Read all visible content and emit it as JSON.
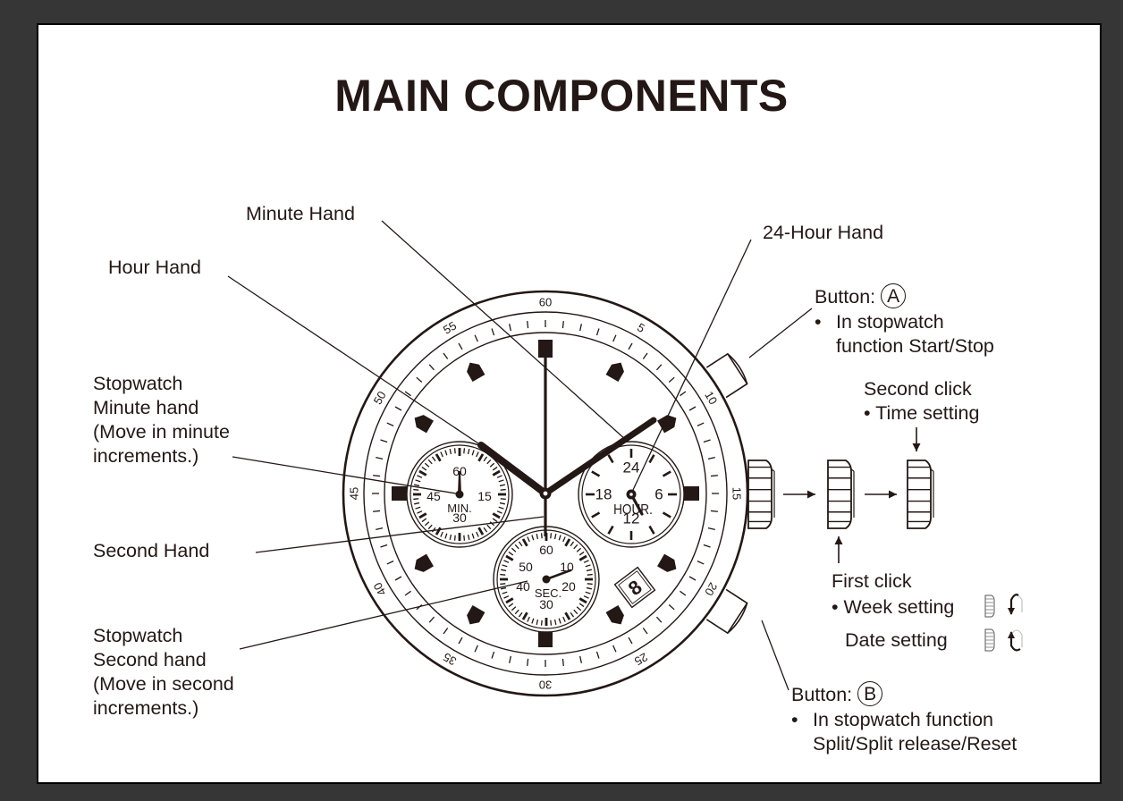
{
  "title": "MAIN COMPONENTS",
  "colors": {
    "background": "#363636",
    "page": "#ffffff",
    "ink": "#231815"
  },
  "labels": {
    "minute_hand": "Minute Hand",
    "hour_hand": "Hour Hand",
    "hour24_hand": "24-Hour Hand",
    "stopwatch_minute": [
      "Stopwatch",
      "Minute hand",
      "(Move in minute",
      "increments.)"
    ],
    "second_hand": "Second Hand",
    "stopwatch_second": [
      "Stopwatch",
      "Second hand",
      "(Move in second",
      "increments.)"
    ],
    "button_a": {
      "prefix": "Button:",
      "letter": "A",
      "bullet": "•",
      "lines": [
        "In stopwatch",
        "function Start/Stop"
      ]
    },
    "button_b": {
      "prefix": "Button:",
      "letter": "B",
      "bullet": "•",
      "lines": [
        "In stopwatch function",
        "Split/Split release/Reset"
      ]
    },
    "second_click": {
      "heading": "Second click",
      "item": "• Time setting"
    },
    "first_click": {
      "heading": "First click",
      "week": "• Week setting",
      "date": "Date setting"
    }
  },
  "dial": {
    "bezel_numbers": [
      "60",
      "5",
      "10",
      "15",
      "20",
      "25",
      "30",
      "35",
      "40",
      "45",
      "50",
      "55"
    ],
    "min_subdial": {
      "numbers": [
        "60",
        "15",
        "30",
        "45"
      ],
      "label": "MIN."
    },
    "hour_subdial": {
      "numbers": [
        "24",
        "6",
        "12",
        "18"
      ],
      "label": "HOUR."
    },
    "sec_subdial": {
      "numbers": [
        "60",
        "10",
        "20",
        "30",
        "40",
        "50"
      ],
      "label": "SEC."
    },
    "date": "8"
  },
  "icons": {
    "crown_positions": [
      "crown-normal-icon",
      "crown-first-click-icon",
      "crown-second-click-icon"
    ],
    "rotation": [
      "counterclockwise-arrow-icon",
      "clockwise-arrow-icon"
    ]
  }
}
